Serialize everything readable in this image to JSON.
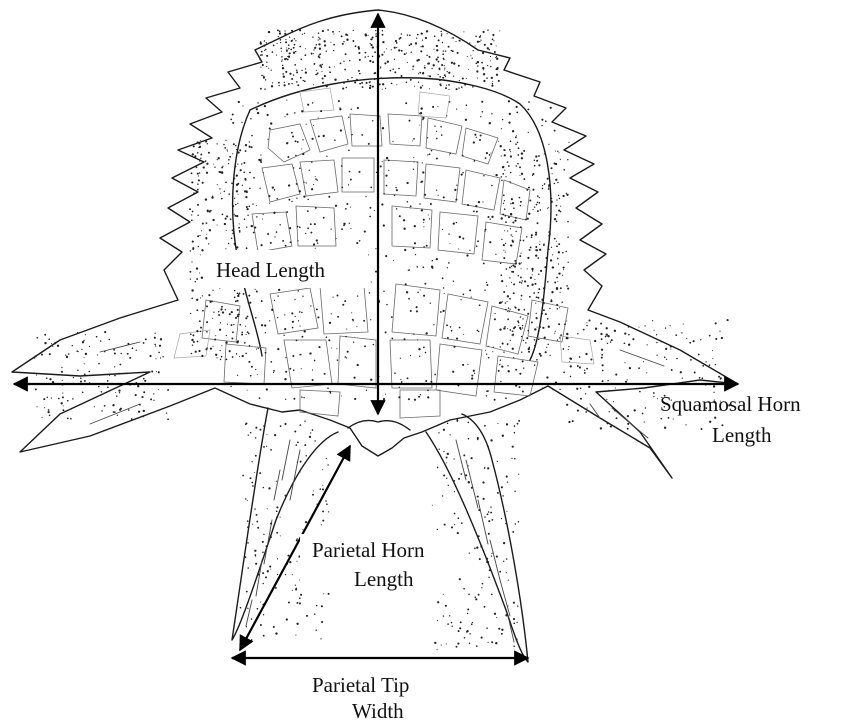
{
  "labels": {
    "head_length": "Head Length",
    "squamosal_line1": "Squamosal Horn",
    "squamosal_line2": "Length",
    "parietal_horn_line1": "Parietal Horn",
    "parietal_horn_line2": "Length",
    "parietal_tip_line1": "Parietal Tip",
    "parietal_tip_line2": "Width"
  },
  "colors": {
    "ink": "#1a1a1a",
    "arrow": "#000000",
    "background": "#ffffff"
  }
}
